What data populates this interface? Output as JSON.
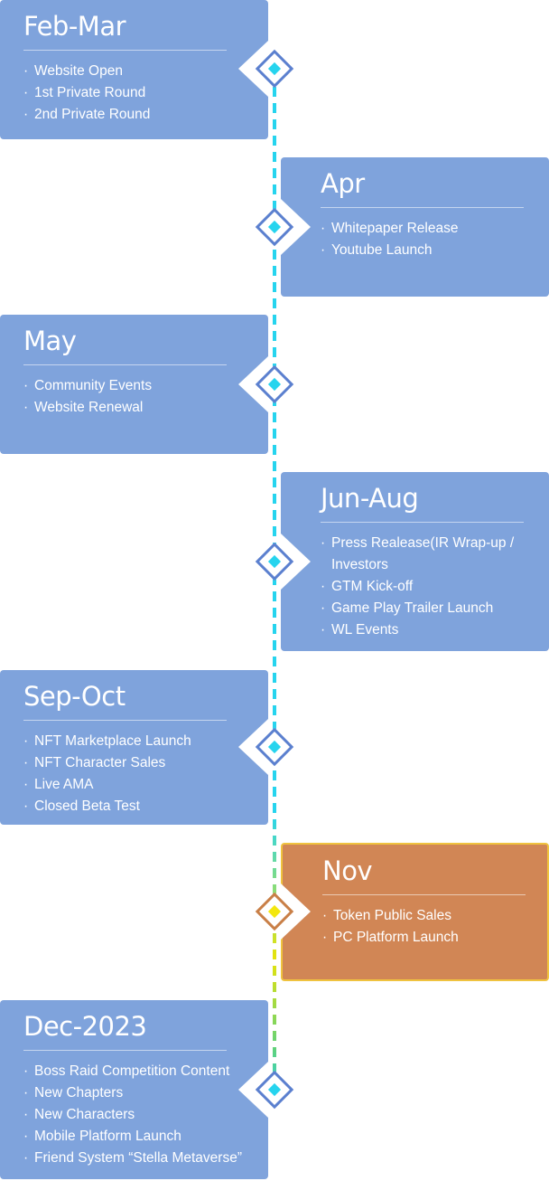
{
  "colors": {
    "card": "#7fa3dc",
    "card_highlight": "#d18655",
    "highlight_border": "#f0c33f",
    "line": "#26d4ee",
    "diamond_border": "#5b80cf"
  },
  "milestones": [
    {
      "title": "Feb-Mar",
      "side": "left",
      "highlight": false,
      "items": [
        "Website Open",
        "1st Private Round",
        "2nd Private Round"
      ]
    },
    {
      "title": "Apr",
      "side": "right",
      "highlight": false,
      "items": [
        "Whitepaper Release",
        "Youtube Launch"
      ]
    },
    {
      "title": "May",
      "side": "left",
      "highlight": false,
      "items": [
        "Community Events",
        "Website Renewal"
      ]
    },
    {
      "title": "Jun-Aug",
      "side": "right",
      "highlight": false,
      "items": [
        "Press Realease(IR Wrap-up / Investors",
        "GTM Kick-off",
        "Game Play Trailer Launch",
        "WL Events"
      ]
    },
    {
      "title": "Sep-Oct",
      "side": "left",
      "highlight": false,
      "items": [
        "NFT Marketplace Launch",
        "NFT Character Sales",
        "Live AMA",
        "Closed Beta Test"
      ]
    },
    {
      "title": "Nov",
      "side": "right",
      "highlight": true,
      "items": [
        "Token Public Sales",
        "PC Platform Launch"
      ]
    },
    {
      "title": "Dec-2023",
      "side": "left",
      "highlight": false,
      "items": [
        "Boss Raid Competition Content",
        "New Chapters",
        "New Characters",
        "Mobile Platform Launch",
        "Friend System “Stella Metaverse”"
      ]
    }
  ]
}
